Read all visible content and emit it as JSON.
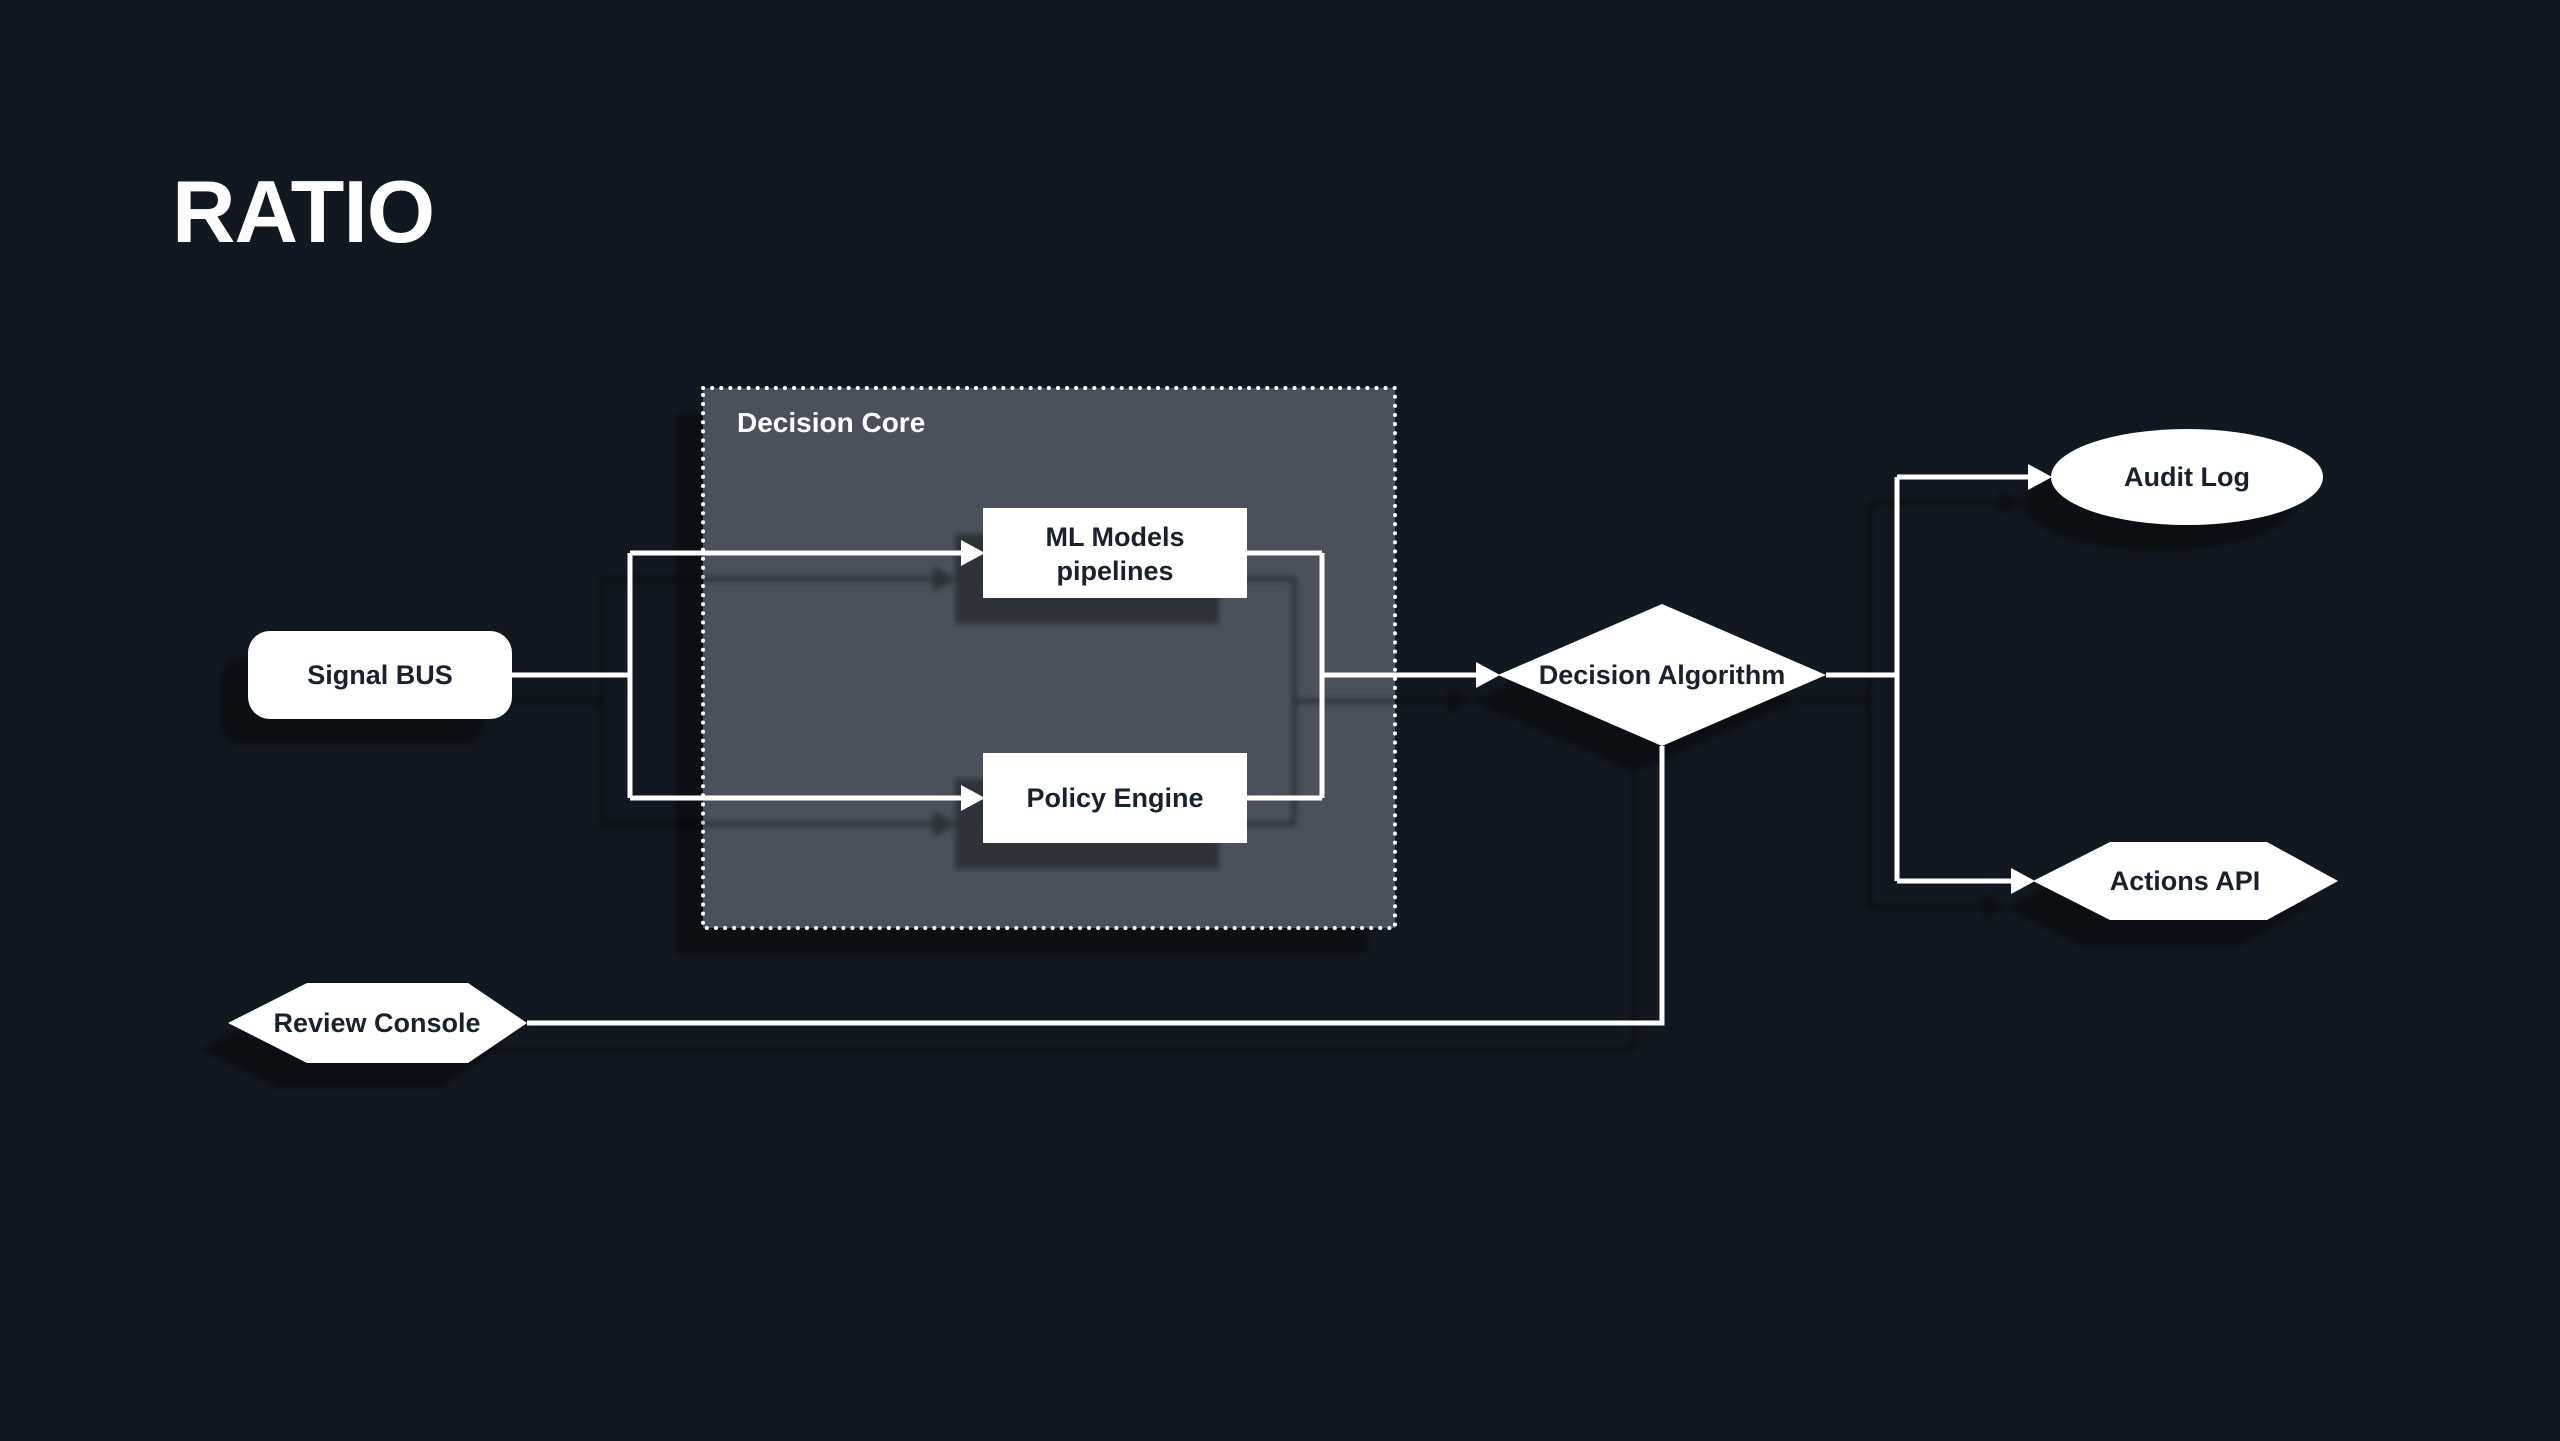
{
  "title": "RATIO",
  "colors": {
    "background": "#121821",
    "container_fill": "#4a515c",
    "container_border": "#ffffff",
    "node_fill": "#ffffff",
    "node_text": "#1a212e",
    "connector": "#ffffff",
    "shadow": "rgba(0,0,0,0.38)"
  },
  "diagram": {
    "container": {
      "label": "Decision Core"
    },
    "nodes": [
      {
        "id": "signal-bus",
        "shape": "rounded-rect",
        "label": "Signal BUS"
      },
      {
        "id": "ml-models-pipelines",
        "shape": "rect",
        "label_line1": "ML Models",
        "label_line2": "pipelines"
      },
      {
        "id": "policy-engine",
        "shape": "rect",
        "label": "Policy Engine"
      },
      {
        "id": "decision-algorithm",
        "shape": "diamond",
        "label": "Decision Algorithm"
      },
      {
        "id": "audit-log",
        "shape": "ellipse",
        "label": "Audit Log"
      },
      {
        "id": "actions-api",
        "shape": "hexagon",
        "label": "Actions API"
      },
      {
        "id": "review-console",
        "shape": "hexagon",
        "label": "Review Console"
      }
    ],
    "edges": [
      {
        "from": "signal-bus",
        "to": "ml-models-pipelines",
        "arrow": true
      },
      {
        "from": "signal-bus",
        "to": "policy-engine",
        "arrow": true
      },
      {
        "from": "ml-models-pipelines",
        "to": "decision-algorithm",
        "arrow": true
      },
      {
        "from": "policy-engine",
        "to": "decision-algorithm",
        "arrow": true
      },
      {
        "from": "decision-algorithm",
        "to": "audit-log",
        "arrow": true
      },
      {
        "from": "decision-algorithm",
        "to": "actions-api",
        "arrow": true
      },
      {
        "from": "decision-algorithm",
        "to": "review-console",
        "arrow": false
      }
    ]
  }
}
